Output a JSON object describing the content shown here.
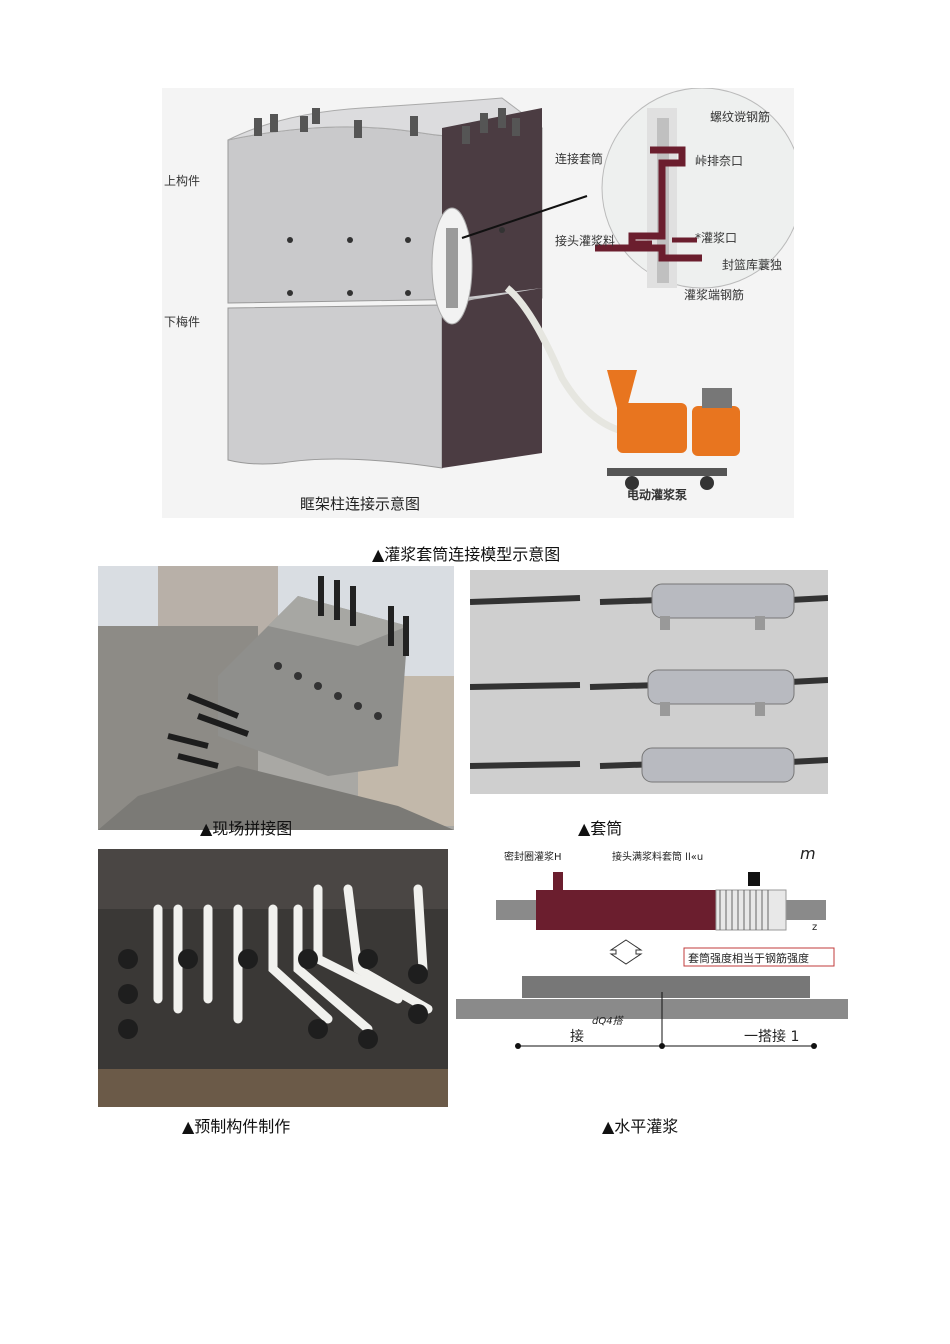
{
  "main_figure": {
    "labels": {
      "upper": "上构件",
      "lower": "下梅件",
      "rebar_top": "螺纹谠钢筋",
      "sleeve": "连接套筒",
      "outlet": "峠排奈口",
      "grout_material": "接头灌浆料",
      "grout_inlet": "*灌浆口",
      "seal": "封篮库蘘独",
      "grout_rebar": "灌浆端钢筋",
      "pump": "电动灌浆泵",
      "frame_title": "眶架柱连接示意图"
    },
    "caption": "▲灌浆套筒连接模型示意图"
  },
  "photos": {
    "site": {
      "caption": "▲现场拼接图"
    },
    "sleeves": {
      "caption": "▲套筒"
    },
    "precast": {
      "caption": "▲预制构件制作"
    },
    "horizontal": {
      "caption": "▲水平灌浆",
      "labels": {
        "seal_grout": "密封圈灌浆H",
        "joint_grout": "接头满浆料套筒 ll«u",
        "strength_note": "套筒强度相当于钢筋强度",
        "m_label": "m",
        "left_bottom": "接",
        "mid_small": "dQ4搭",
        "right_bottom": "一搭接 1",
        "z_label": "z"
      }
    }
  },
  "colors": {
    "maroon": "#6b1e2e",
    "concrete": "#c9c9cb",
    "dark_face": "#4a3a40",
    "pump": "#e8751f"
  }
}
